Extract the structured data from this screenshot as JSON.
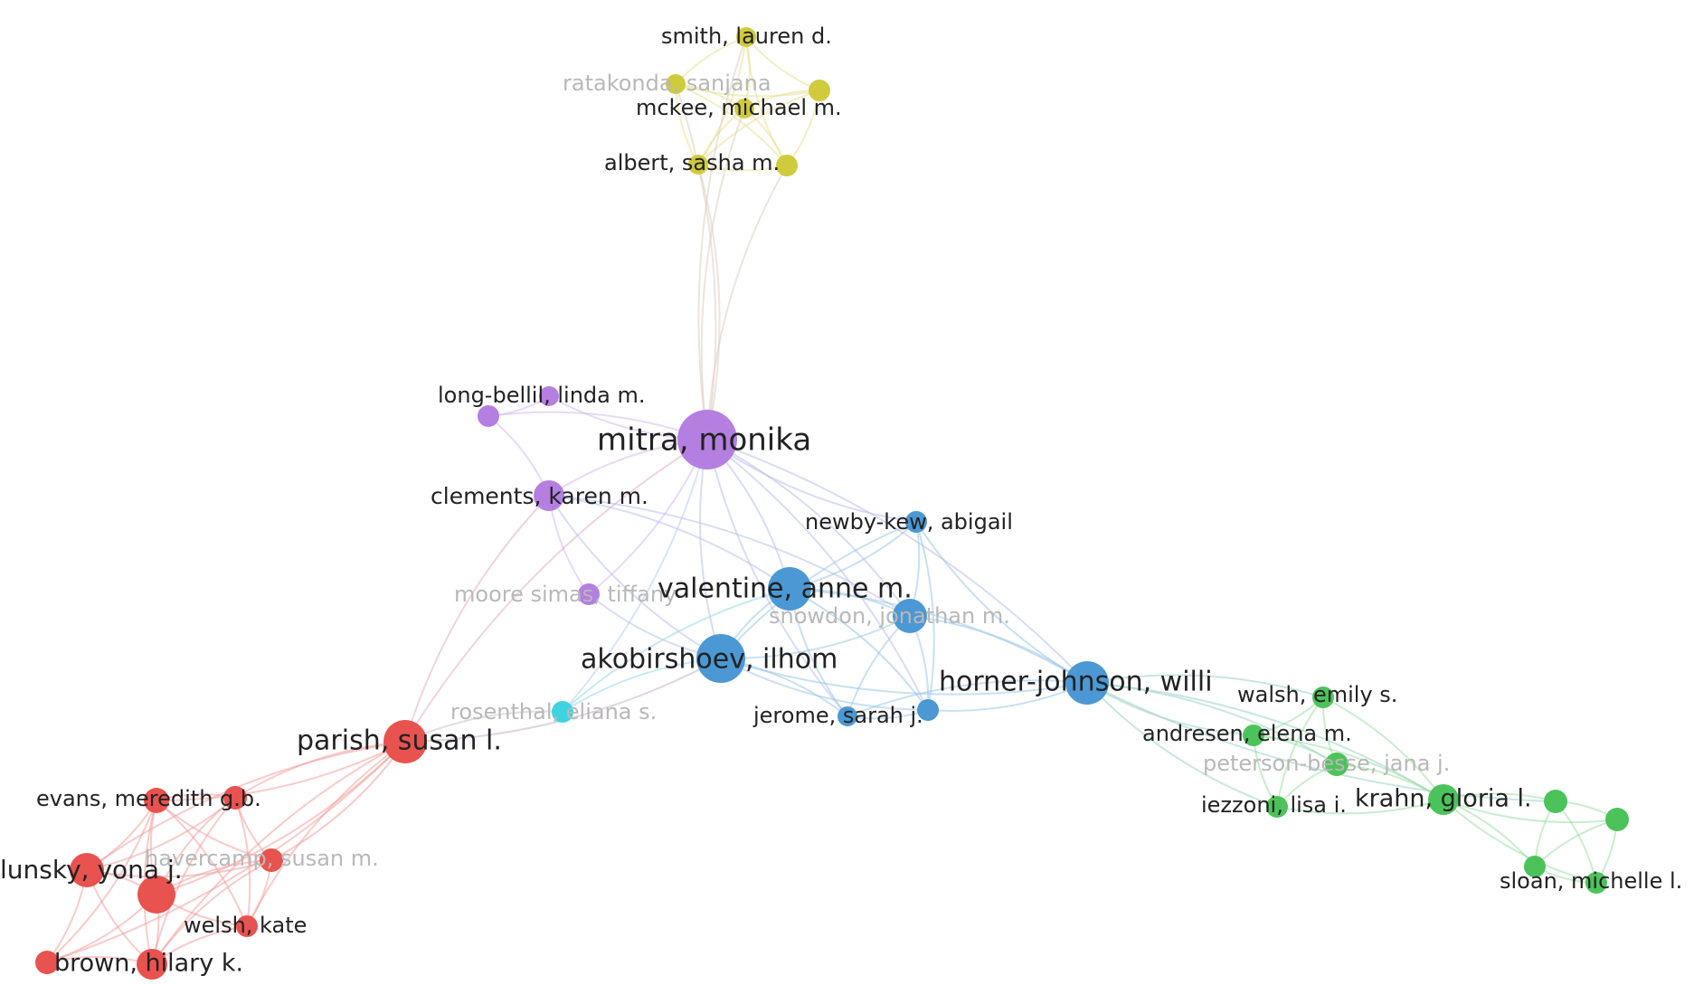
{
  "colors": {
    "red": "#e8524f",
    "green": "#4cc35a",
    "blue": "#4b98d4",
    "yellow": "#cfcb3c",
    "purple": "#b47fe0",
    "cyan": "#3fd3e0"
  },
  "nodes": [
    {
      "id": "smith",
      "label": "smith, lauren d.",
      "cluster": "yellow"
    },
    {
      "id": "ratakonda",
      "label": "ratakonda, sanjana",
      "cluster": "yellow",
      "faint": true
    },
    {
      "id": "mckee",
      "label": "mckee, michael m.",
      "cluster": "yellow"
    },
    {
      "id": "yellow4",
      "label": "",
      "cluster": "yellow"
    },
    {
      "id": "albert",
      "label": "albert, sasha m.",
      "cluster": "yellow"
    },
    {
      "id": "yellow6",
      "label": "",
      "cluster": "yellow"
    },
    {
      "id": "longbellil",
      "label": "long-bellil, linda m.",
      "cluster": "purple"
    },
    {
      "id": "purple2",
      "label": "",
      "cluster": "purple"
    },
    {
      "id": "mitra",
      "label": "mitra, monika",
      "cluster": "purple"
    },
    {
      "id": "clements",
      "label": "clements, karen m.",
      "cluster": "purple"
    },
    {
      "id": "mooresimas",
      "label": "moore simas, tiffany",
      "cluster": "purple",
      "faint": true
    },
    {
      "id": "newbykew",
      "label": "newby-kew, abigail",
      "cluster": "blue"
    },
    {
      "id": "valentine",
      "label": "valentine, anne m.",
      "cluster": "blue"
    },
    {
      "id": "snowdon",
      "label": "snowdon, jonathan m.",
      "cluster": "blue",
      "faint": true
    },
    {
      "id": "akobirshoev",
      "label": "akobirshoev, ilhom",
      "cluster": "blue"
    },
    {
      "id": "hornerjohnson",
      "label": "horner-johnson, willi",
      "cluster": "blue"
    },
    {
      "id": "jeromeNode",
      "label": "",
      "cluster": "blue"
    },
    {
      "id": "jeromeLbl",
      "label": "jerome, sarah j.",
      "cluster": "blue"
    },
    {
      "id": "rosenthal",
      "label": "rosenthal, eliana s.",
      "cluster": "cyan",
      "faint": true
    },
    {
      "id": "parish",
      "label": "parish, susan l.",
      "cluster": "red"
    },
    {
      "id": "evans",
      "label": "evans, meredith g.b.",
      "cluster": "red"
    },
    {
      "id": "red2",
      "label": "",
      "cluster": "red"
    },
    {
      "id": "havercamp",
      "label": "havercamp, susan m.",
      "cluster": "red",
      "faint": true
    },
    {
      "id": "lunsky",
      "label": "lunsky, yona j.",
      "cluster": "red"
    },
    {
      "id": "red5",
      "label": "",
      "cluster": "red"
    },
    {
      "id": "welsh",
      "label": "welsh, kate",
      "cluster": "red"
    },
    {
      "id": "red7",
      "label": "",
      "cluster": "red"
    },
    {
      "id": "brown",
      "label": "brown, hilary k.",
      "cluster": "red"
    },
    {
      "id": "walsh",
      "label": "walsh, emily s.",
      "cluster": "green"
    },
    {
      "id": "andresen",
      "label": "andresen, elena m.",
      "cluster": "green"
    },
    {
      "id": "petersonbesse",
      "label": "peterson-besse, jana j.",
      "cluster": "green",
      "faint": true
    },
    {
      "id": "iezzoni",
      "label": "iezzoni, lisa i.",
      "cluster": "green"
    },
    {
      "id": "krahn",
      "label": "krahn, gloria l.",
      "cluster": "green"
    },
    {
      "id": "green6",
      "label": "",
      "cluster": "green"
    },
    {
      "id": "green7",
      "label": "",
      "cluster": "green"
    },
    {
      "id": "green8",
      "label": "",
      "cluster": "green"
    },
    {
      "id": "sloan",
      "label": "sloan, michelle l.",
      "cluster": "green"
    }
  ],
  "edges": [
    [
      "smith",
      "ratakonda"
    ],
    [
      "smith",
      "mckee"
    ],
    [
      "smith",
      "yellow4"
    ],
    [
      "smith",
      "albert"
    ],
    [
      "smith",
      "yellow6"
    ],
    [
      "ratakonda",
      "mckee"
    ],
    [
      "ratakonda",
      "albert"
    ],
    [
      "ratakonda",
      "yellow6"
    ],
    [
      "ratakonda",
      "yellow4"
    ],
    [
      "mckee",
      "yellow4"
    ],
    [
      "mckee",
      "albert"
    ],
    [
      "mckee",
      "yellow6"
    ],
    [
      "yellow4",
      "albert"
    ],
    [
      "yellow4",
      "yellow6"
    ],
    [
      "albert",
      "yellow6"
    ],
    [
      "mitra",
      "smith"
    ],
    [
      "mitra",
      "ratakonda"
    ],
    [
      "mitra",
      "mckee"
    ],
    [
      "mitra",
      "albert"
    ],
    [
      "mitra",
      "yellow6"
    ],
    [
      "mitra",
      "longbellil"
    ],
    [
      "mitra",
      "purple2"
    ],
    [
      "mitra",
      "clements"
    ],
    [
      "mitra",
      "mooresimas"
    ],
    [
      "longbellil",
      "purple2"
    ],
    [
      "longbellil",
      "clements"
    ],
    [
      "clements",
      "mooresimas"
    ],
    [
      "mitra",
      "valentine"
    ],
    [
      "mitra",
      "akobirshoev"
    ],
    [
      "mitra",
      "snowdon"
    ],
    [
      "mitra",
      "newbykew"
    ],
    [
      "mitra",
      "hornerjohnson"
    ],
    [
      "mitra",
      "jeromeNode"
    ],
    [
      "mitra",
      "jeromeLbl"
    ],
    [
      "mitra",
      "parish"
    ],
    [
      "mitra",
      "rosenthal"
    ],
    [
      "clements",
      "parish"
    ],
    [
      "clements",
      "valentine"
    ],
    [
      "clements",
      "akobirshoev"
    ],
    [
      "clements",
      "snowdon"
    ],
    [
      "valentine",
      "akobirshoev"
    ],
    [
      "valentine",
      "snowdon"
    ],
    [
      "valentine",
      "newbykew"
    ],
    [
      "valentine",
      "hornerjohnson"
    ],
    [
      "valentine",
      "jeromeNode"
    ],
    [
      "valentine",
      "jeromeLbl"
    ],
    [
      "akobirshoev",
      "snowdon"
    ],
    [
      "akobirshoev",
      "newbykew"
    ],
    [
      "akobirshoev",
      "hornerjohnson"
    ],
    [
      "akobirshoev",
      "jeromeNode"
    ],
    [
      "akobirshoev",
      "jeromeLbl"
    ],
    [
      "akobirshoev",
      "parish"
    ],
    [
      "akobirshoev",
      "rosenthal"
    ],
    [
      "akobirshoev",
      "mooresimas"
    ],
    [
      "snowdon",
      "newbykew"
    ],
    [
      "snowdon",
      "hornerjohnson"
    ],
    [
      "snowdon",
      "jeromeNode"
    ],
    [
      "snowdon",
      "jeromeLbl"
    ],
    [
      "newbykew",
      "hornerjohnson"
    ],
    [
      "newbykew",
      "jeromeLbl"
    ],
    [
      "hornerjohnson",
      "jeromeNode"
    ],
    [
      "hornerjohnson",
      "jeromeLbl"
    ],
    [
      "jeromeNode",
      "jeromeLbl"
    ],
    [
      "rosenthal",
      "valentine"
    ],
    [
      "rosenthal",
      "parish"
    ],
    [
      "parish",
      "evans"
    ],
    [
      "parish",
      "red2"
    ],
    [
      "parish",
      "havercamp"
    ],
    [
      "parish",
      "lunsky"
    ],
    [
      "parish",
      "red5"
    ],
    [
      "parish",
      "welsh"
    ],
    [
      "parish",
      "red7"
    ],
    [
      "parish",
      "brown"
    ],
    [
      "evans",
      "red2"
    ],
    [
      "evans",
      "havercamp"
    ],
    [
      "evans",
      "lunsky"
    ],
    [
      "evans",
      "red5"
    ],
    [
      "evans",
      "welsh"
    ],
    [
      "evans",
      "brown"
    ],
    [
      "evans",
      "red7"
    ],
    [
      "red2",
      "havercamp"
    ],
    [
      "red2",
      "lunsky"
    ],
    [
      "red2",
      "red5"
    ],
    [
      "red2",
      "welsh"
    ],
    [
      "red2",
      "brown"
    ],
    [
      "havercamp",
      "lunsky"
    ],
    [
      "havercamp",
      "red5"
    ],
    [
      "havercamp",
      "welsh"
    ],
    [
      "havercamp",
      "brown"
    ],
    [
      "lunsky",
      "red5"
    ],
    [
      "lunsky",
      "brown"
    ],
    [
      "lunsky",
      "red7"
    ],
    [
      "red5",
      "welsh"
    ],
    [
      "red5",
      "brown"
    ],
    [
      "welsh",
      "brown"
    ],
    [
      "red7",
      "brown"
    ],
    [
      "red7",
      "red5"
    ],
    [
      "hornerjohnson",
      "walsh"
    ],
    [
      "hornerjohnson",
      "andresen"
    ],
    [
      "hornerjohnson",
      "petersonbesse"
    ],
    [
      "hornerjohnson",
      "iezzoni"
    ],
    [
      "hornerjohnson",
      "krahn"
    ],
    [
      "hornerjohnson",
      "green6"
    ],
    [
      "walsh",
      "andresen"
    ],
    [
      "walsh",
      "petersonbesse"
    ],
    [
      "walsh",
      "krahn"
    ],
    [
      "walsh",
      "iezzoni"
    ],
    [
      "andresen",
      "petersonbesse"
    ],
    [
      "andresen",
      "iezzoni"
    ],
    [
      "andresen",
      "krahn"
    ],
    [
      "petersonbesse",
      "iezzoni"
    ],
    [
      "petersonbesse",
      "krahn"
    ],
    [
      "iezzoni",
      "krahn"
    ],
    [
      "krahn",
      "green6"
    ],
    [
      "krahn",
      "green7"
    ],
    [
      "krahn",
      "green8"
    ],
    [
      "krahn",
      "sloan"
    ],
    [
      "green6",
      "green7"
    ],
    [
      "green6",
      "green8"
    ],
    [
      "green6",
      "sloan"
    ],
    [
      "green7",
      "green8"
    ],
    [
      "green7",
      "sloan"
    ],
    [
      "green8",
      "sloan"
    ]
  ]
}
